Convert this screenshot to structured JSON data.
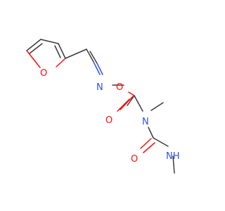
{
  "molecule": {
    "atoms": [
      {
        "id": "o_furan",
        "label": "O",
        "color": "#ff0d0d"
      },
      {
        "id": "n_oxime",
        "label": "N",
        "color": "#3050f8"
      },
      {
        "id": "o_link",
        "label": "O",
        "color": "#ff0d0d"
      },
      {
        "id": "o_carbonyl1",
        "label": "O",
        "color": "#ff0d0d"
      },
      {
        "id": "n_methyl",
        "label": "N",
        "color": "#3050f8"
      },
      {
        "id": "n_amide",
        "label": "NH",
        "color": "#3050f8"
      },
      {
        "id": "o_carbonyl2",
        "label": "O",
        "color": "#ff0d0d"
      }
    ],
    "colors": {
      "carbon_bond": "#3b3b3b",
      "oxygen": "#ff0d0d",
      "nitrogen": "#3050f8"
    }
  }
}
